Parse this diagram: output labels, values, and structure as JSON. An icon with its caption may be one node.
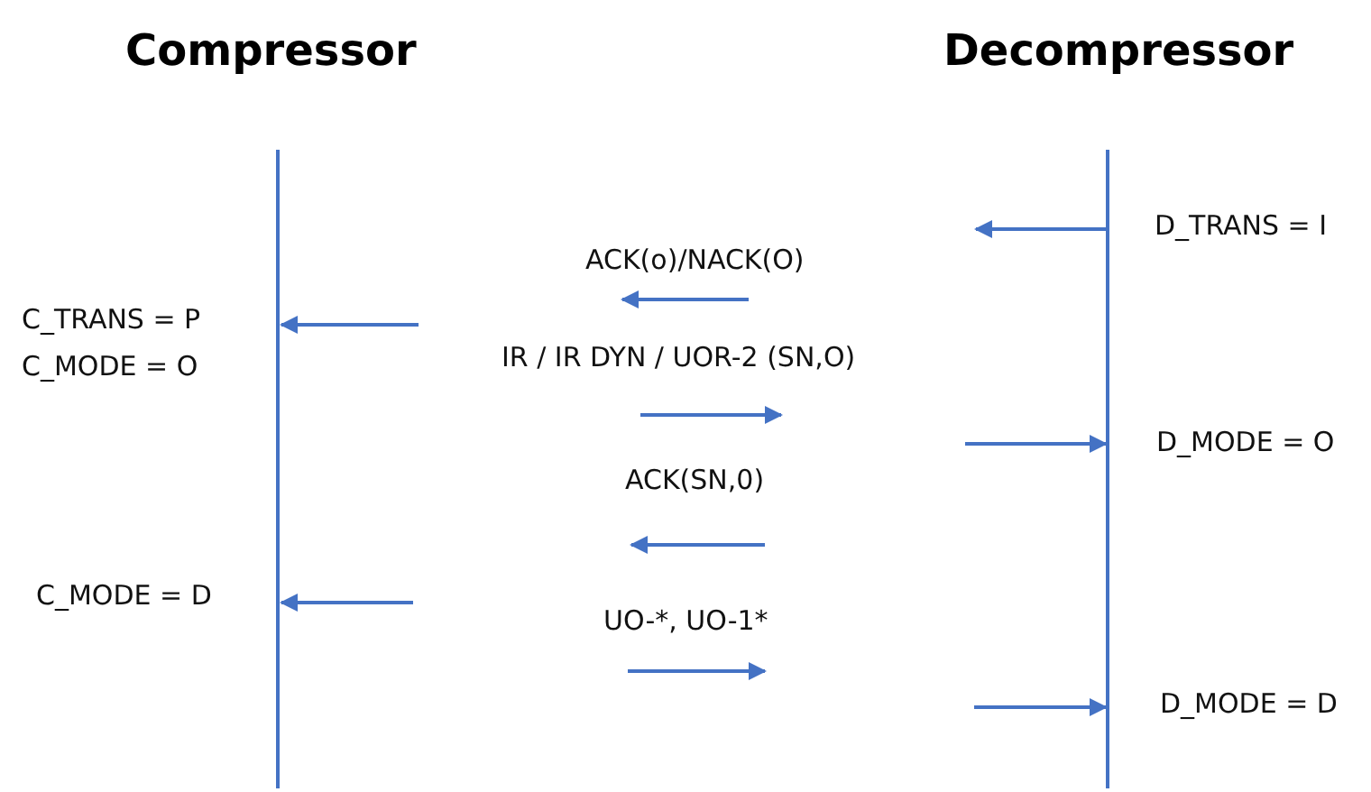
{
  "diagram": {
    "nodes": [
      {
        "text": [
          "Compressor"
        ]
      },
      {
        "text": [
          "Decompressor"
        ]
      }
    ],
    "edges": [
      {
        "from": 1,
        "to": null,
        "arrow": "to"
      },
      {
        "from": null,
        "to": 0,
        "arrow": "to"
      },
      {
        "from": null,
        "to": 1,
        "arrow": "to"
      },
      {
        "from": null,
        "to": 0,
        "arrow": "to"
      },
      {
        "from": null,
        "to": 1,
        "arrow": "to"
      }
    ],
    "labels": [
      "D_TRANS = I",
      "ACK(o)/NACK(O)",
      "C_TRANS = P",
      "C_MODE = O",
      "IR / IR DYN / UOR-2 (SN,O)",
      "D_MODE = O",
      "ACK(SN,0)",
      "C_MODE = D",
      "UO-*, UO-1*",
      "D_MODE = D"
    ]
  }
}
